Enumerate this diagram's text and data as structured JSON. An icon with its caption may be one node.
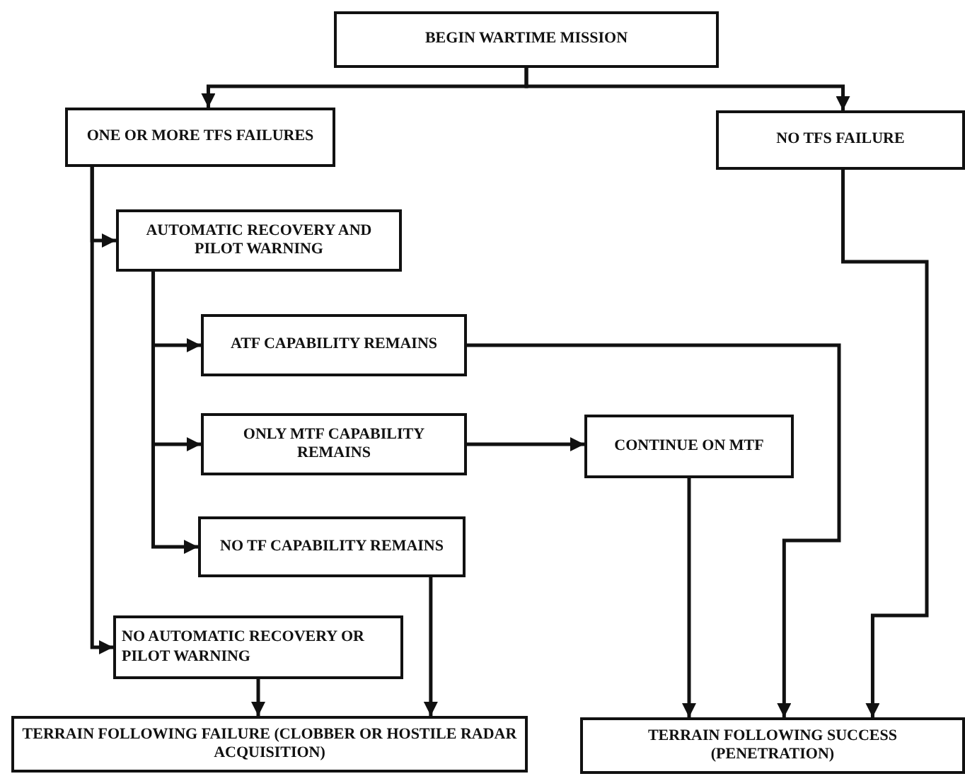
{
  "diagram": {
    "nodes": [
      {
        "text": [
          "BEGIN WARTIME MISSION"
        ]
      },
      {
        "text": [
          "ONE OR MORE TFS FAILURES"
        ]
      },
      {
        "text": [
          "NO TFS FAILURE"
        ]
      },
      {
        "text": [
          "AUTOMATIC RECOVERY AND PILOT WARNING"
        ]
      },
      {
        "text": [
          "ATF CAPABILITY REMAINS"
        ]
      },
      {
        "text": [
          "ONLY MTF CAPABILITY REMAINS"
        ]
      },
      {
        "text": [
          "CONTINUE ON MTF"
        ]
      },
      {
        "text": [
          "NO TF CAPABILITY REMAINS"
        ]
      },
      {
        "text": [
          "NO AUTOMATIC RECOVERY OR PILOT WARNING"
        ]
      },
      {
        "text": [
          "TERRAIN FOLLOWING FAILURE (CLOBBER OR HOSTILE RADAR ACQUISITION)"
        ]
      },
      {
        "text": [
          "TERRAIN FOLLOWING SUCCESS (PENETRATION)"
        ]
      }
    ],
    "edges": [
      {
        "from": 0,
        "to": 1,
        "arrow": "to"
      },
      {
        "from": 0,
        "to": 2,
        "arrow": "to"
      },
      {
        "from": 1,
        "to": 3,
        "arrow": "to"
      },
      {
        "from": 1,
        "to": 8,
        "arrow": "to"
      },
      {
        "from": 3,
        "to": 4,
        "arrow": "to"
      },
      {
        "from": 3,
        "to": 5,
        "arrow": "to"
      },
      {
        "from": 3,
        "to": 7,
        "arrow": "to"
      },
      {
        "from": 5,
        "to": 6,
        "arrow": "to"
      },
      {
        "from": 4,
        "to": 10,
        "arrow": "to"
      },
      {
        "from": 6,
        "to": 10,
        "arrow": "to"
      },
      {
        "from": 2,
        "to": 10,
        "arrow": "to"
      },
      {
        "from": 7,
        "to": 9,
        "arrow": "to"
      },
      {
        "from": 8,
        "to": 9,
        "arrow": "to"
      }
    ]
  }
}
